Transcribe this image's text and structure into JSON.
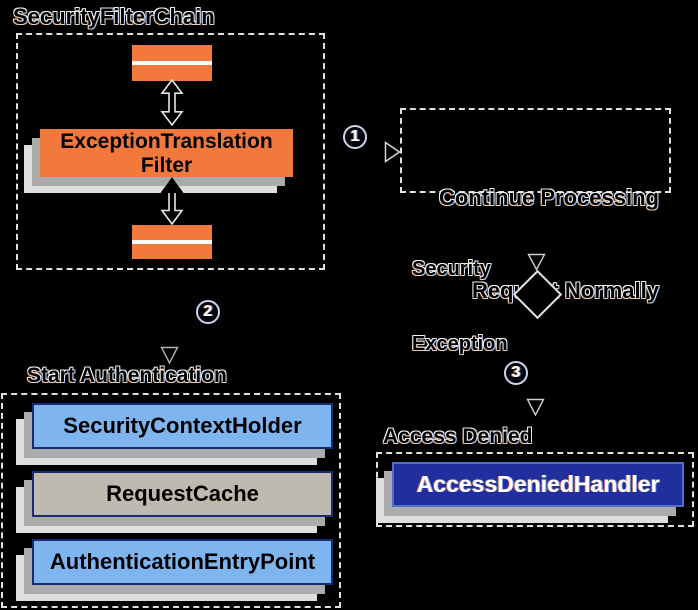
{
  "colors": {
    "orange": "#f2793c",
    "lightBlue": "#7fb5ef",
    "grayFill": "#bfbab0",
    "navyFill": "#202f9d",
    "navyBorder": "#1c2b6e",
    "adhBorder": "#5070cc",
    "shadow1": "#ababab",
    "shadow2": "#dedede",
    "dash": "#e0e0e0",
    "bg": "#000000"
  },
  "security_filter_chain": {
    "title": "SecurityFilterChain",
    "filter_line1": "ExceptionTranslation",
    "filter_line2": "Filter"
  },
  "steps": {
    "one": "1",
    "two": "2",
    "three": "3"
  },
  "continue_box": {
    "line1": "Continue Processing",
    "line2": "Request Normally"
  },
  "security_exception": {
    "line1": "Security",
    "line2": "Exception"
  },
  "start_authentication": {
    "title": "Start Authentication",
    "items": [
      {
        "label": "SecurityContextHolder"
      },
      {
        "label": "RequestCache"
      },
      {
        "label": "AuthenticationEntryPoint"
      }
    ]
  },
  "access_denied": {
    "title": "Access Denied",
    "handler_label": "AccessDeniedHandler"
  },
  "icons": {
    "double_arrow": "double-headed-arrow",
    "arrowhead_right": "open-arrowhead-right",
    "arrowhead_down": "open-arrowhead-down",
    "diamond": "decision-diamond"
  }
}
